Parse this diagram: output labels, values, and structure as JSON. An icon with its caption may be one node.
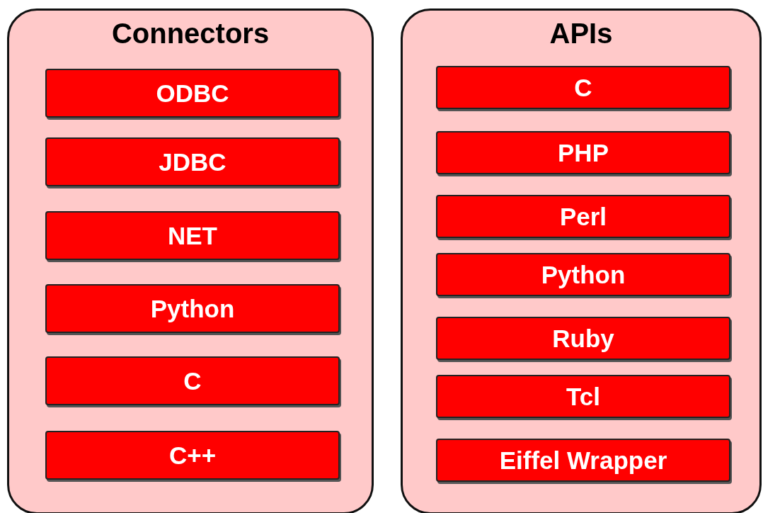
{
  "diagram": {
    "nodes": [
      {
        "text": [
          "Connectors"
        ]
      },
      {
        "text": [
          "ODBC"
        ],
        "in": 0
      },
      {
        "text": [
          "JDBC"
        ],
        "in": 0
      },
      {
        "text": [
          "NET"
        ],
        "in": 0
      },
      {
        "text": [
          "Python"
        ],
        "in": 0
      },
      {
        "text": [
          "C"
        ],
        "in": 0
      },
      {
        "text": [
          "C++"
        ],
        "in": 0
      },
      {
        "text": [
          "APIs"
        ]
      },
      {
        "text": [
          "C"
        ],
        "in": 7
      },
      {
        "text": [
          "PHP"
        ],
        "in": 7
      },
      {
        "text": [
          "Perl"
        ],
        "in": 7
      },
      {
        "text": [
          "Python"
        ],
        "in": 7
      },
      {
        "text": [
          "Ruby"
        ],
        "in": 7
      },
      {
        "text": [
          "Tcl"
        ],
        "in": 7
      },
      {
        "text": [
          "Eiffel Wrapper"
        ],
        "in": 7
      }
    ]
  }
}
